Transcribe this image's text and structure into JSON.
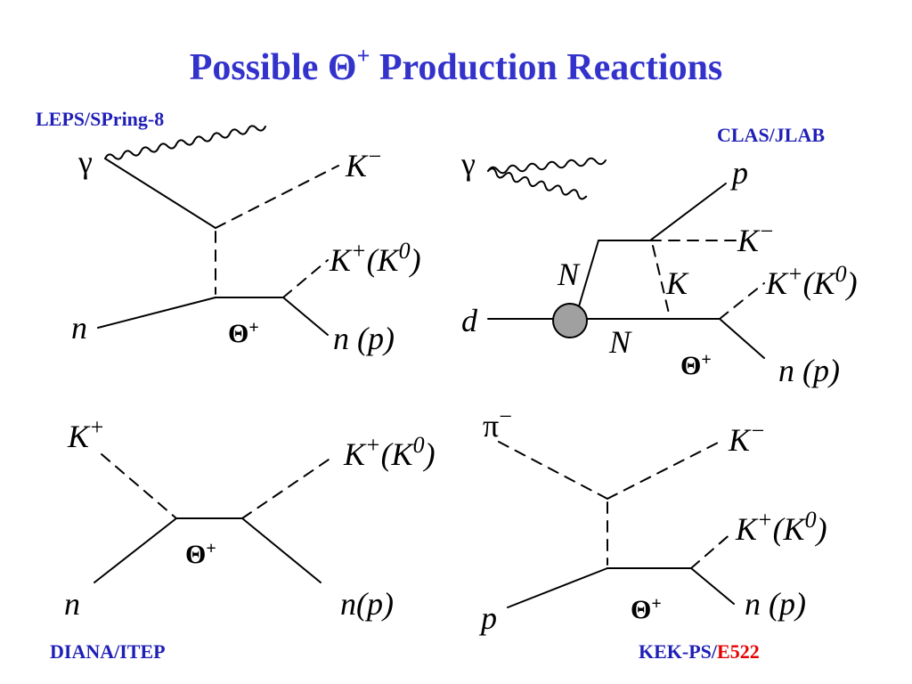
{
  "title": {
    "main": "Possible Θ",
    "sup": "+",
    "rest": " Production Reactions"
  },
  "experiments": {
    "leps": "LEPS/SPring-8",
    "clas": "CLAS/JLAB",
    "diana": "DIANA/ITEP",
    "kek_prefix": "KEK-PS/",
    "kek_highlight": "E522"
  },
  "colors": {
    "title": "#3333cc",
    "labels": "#1f1fb8",
    "highlight": "#e60000",
    "blob": "#a0a0a0"
  },
  "labels": {
    "gamma": "γ",
    "pi_minus": "π",
    "minus": "−",
    "plus": "+",
    "K": "K",
    "K0_open": "(K",
    "zero": "0",
    "close": ")",
    "n": "n",
    "p": "p",
    "d": "d",
    "N": "N",
    "n_p_spaced": "n (p)",
    "n_p": "n(p)",
    "theta": "Θ",
    "theta_sup": "+"
  }
}
